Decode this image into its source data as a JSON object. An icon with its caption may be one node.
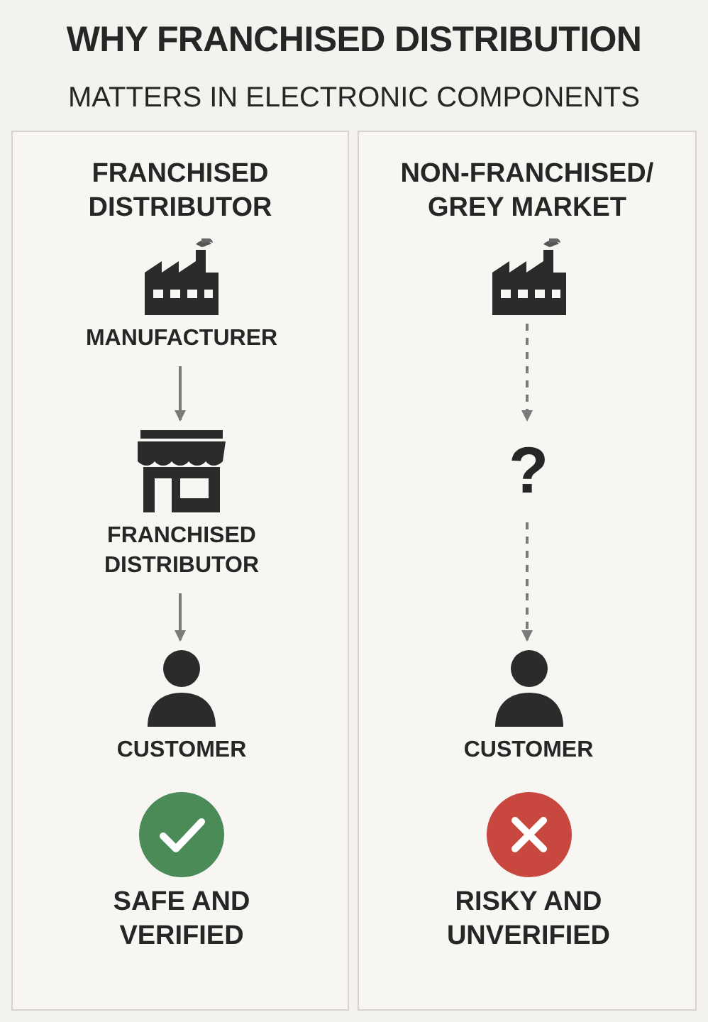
{
  "diagram": {
    "title": "WHY FRANCHISED DISTRIBUTION",
    "nodes": [
      {
        "text": [
          "FRANCHISED DISTRIBUTOR"
        ]
      },
      {
        "text": [
          "NON-FRANCHISED/ GREY MARKET"
        ]
      },
      {
        "text": [
          "MANUFACTURER"
        ],
        "in": 0
      },
      {
        "text": [
          "FRANCHISED DISTRIBUTOR"
        ],
        "in": 0
      },
      {
        "text": [
          "CUSTOMER"
        ],
        "in": 0
      },
      {
        "text": [
          "SAFE AND VERIFIED"
        ],
        "in": 0
      },
      {
        "text": [],
        "shape": "factory",
        "in": 1
      },
      {
        "text": [
          "?"
        ],
        "in": 1
      },
      {
        "text": [
          "CUSTOMER"
        ],
        "in": 1
      },
      {
        "text": [
          "RISKY AND UNVERIFIED"
        ],
        "in": 1
      }
    ],
    "edges": [
      {
        "from": 2,
        "to": 3,
        "arrow": "to"
      },
      {
        "from": 3,
        "to": 4,
        "arrow": "to"
      },
      {
        "from": 6,
        "to": 7,
        "arrow": "to",
        "style": "dashed"
      },
      {
        "from": 7,
        "to": 8,
        "arrow": "to",
        "style": "dashed"
      }
    ],
    "labels": [
      "MATTERS IN ELECTRONIC COMPONENTS"
    ]
  }
}
